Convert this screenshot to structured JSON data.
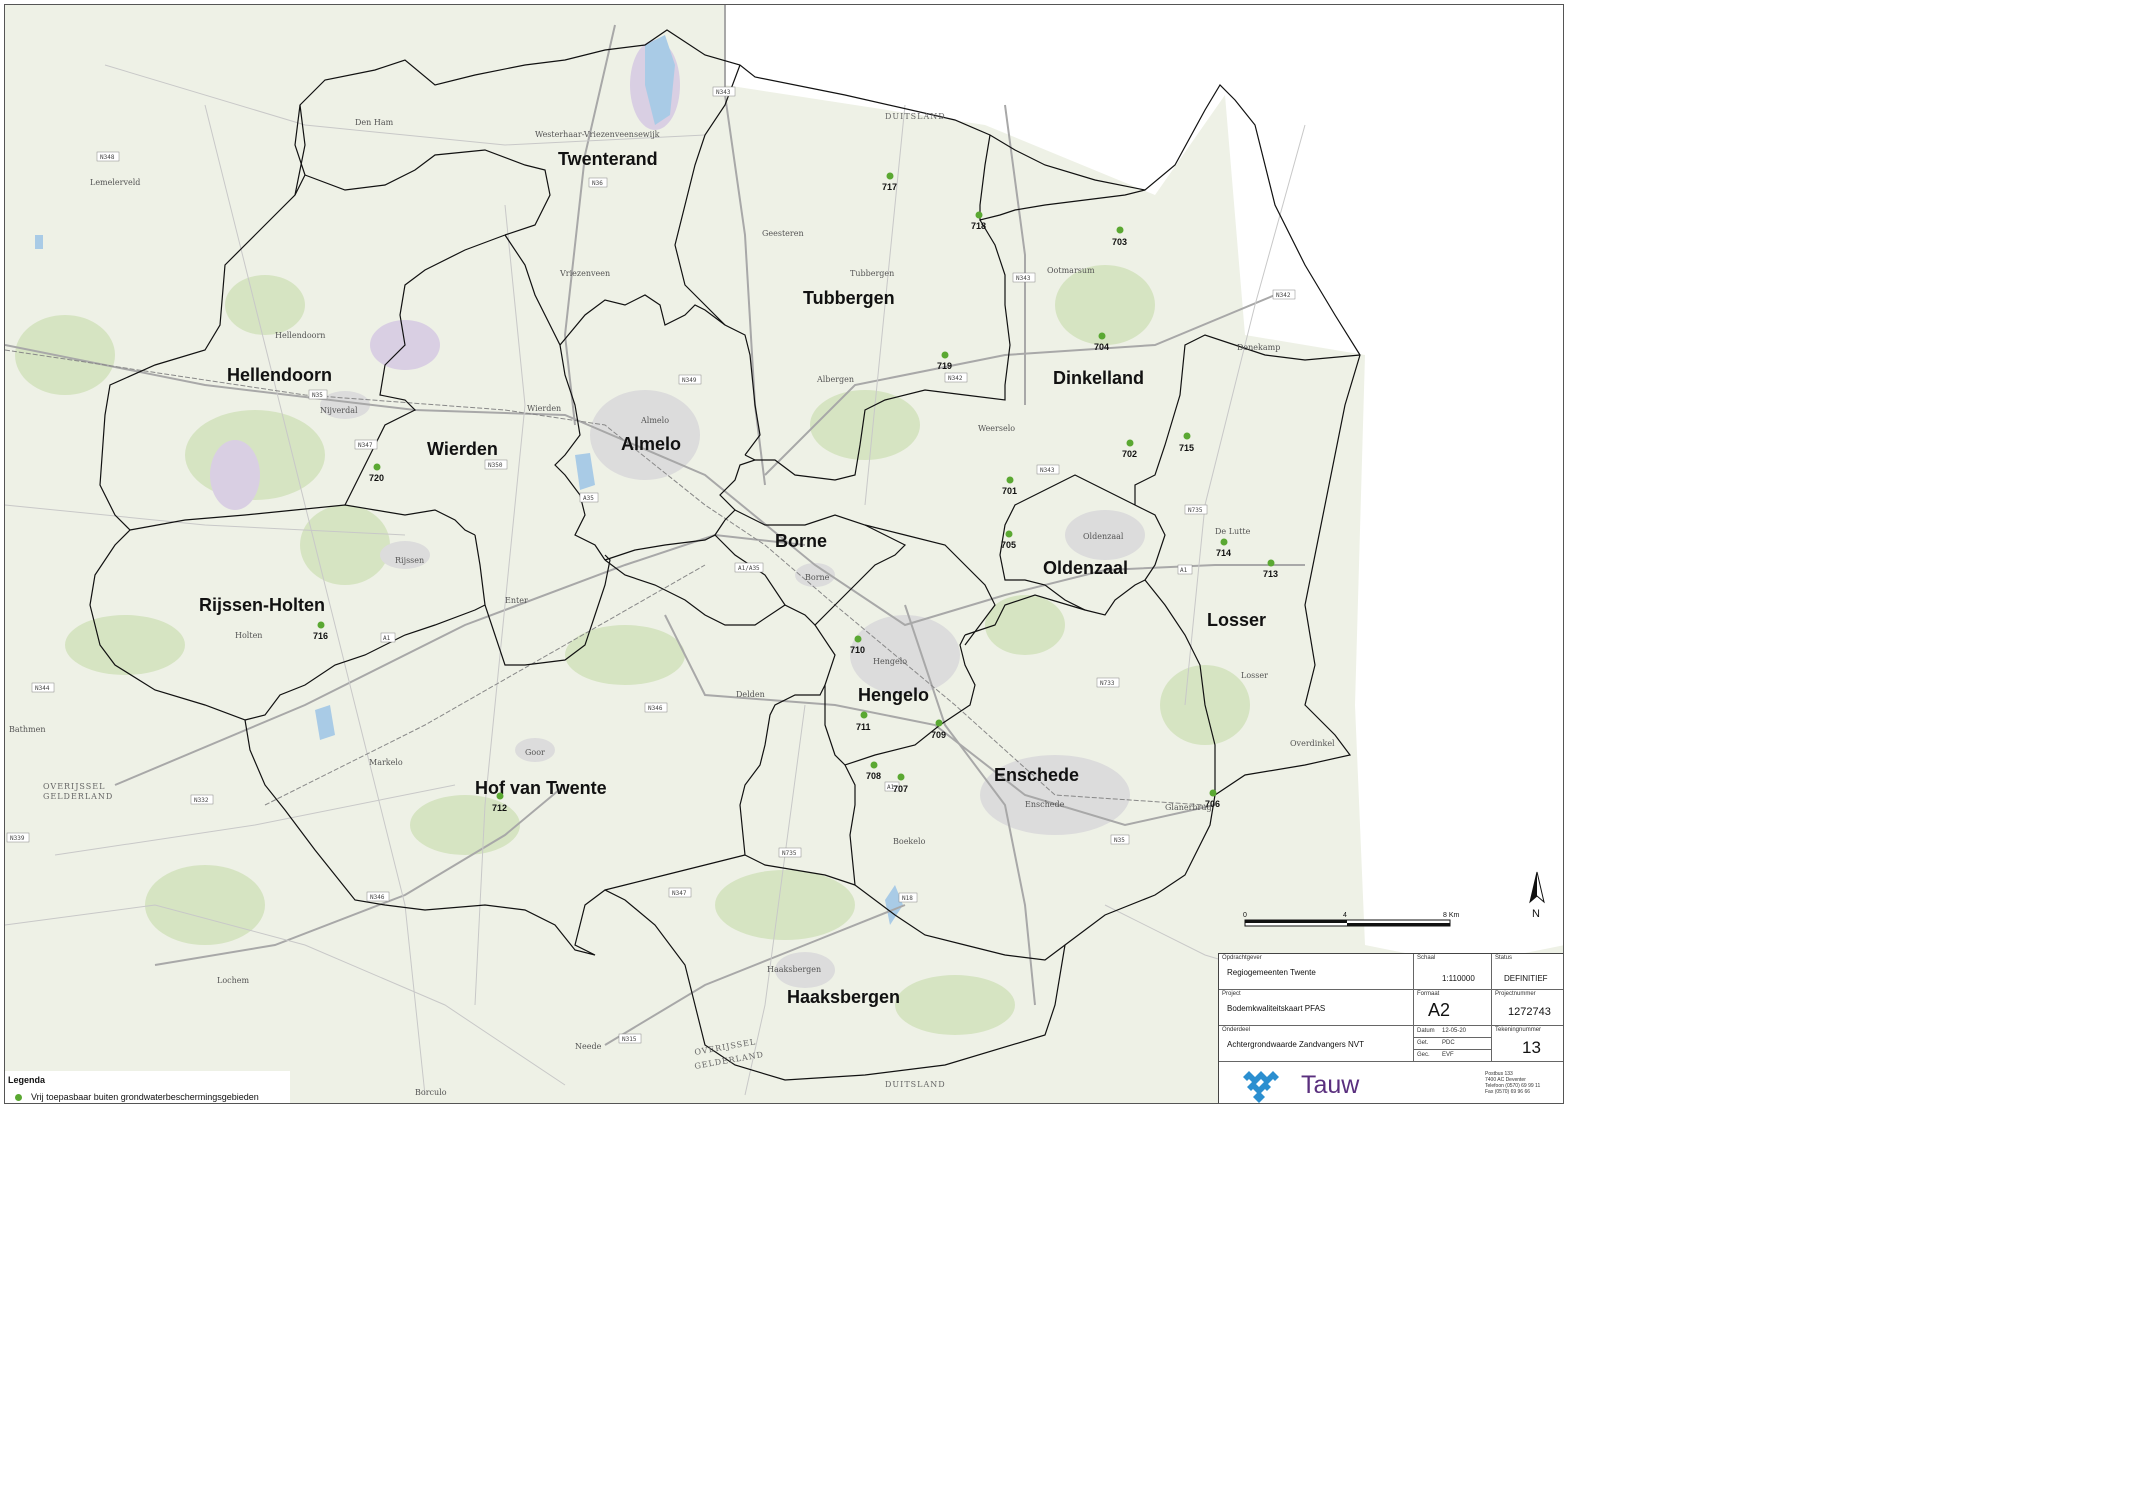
{
  "map": {
    "municipalities": [
      {
        "name": "Twenterand"
      },
      {
        "name": "Tubbergen"
      },
      {
        "name": "Hellendoorn"
      },
      {
        "name": "Dinkelland"
      },
      {
        "name": "Wierden"
      },
      {
        "name": "Almelo"
      },
      {
        "name": "Borne"
      },
      {
        "name": "Oldenzaal"
      },
      {
        "name": "Losser"
      },
      {
        "name": "Rijssen-Holten"
      },
      {
        "name": "Hengelo"
      },
      {
        "name": "Enschede"
      },
      {
        "name": "Hof van Twente"
      },
      {
        "name": "Haaksbergen"
      }
    ],
    "sample_points": [
      {
        "id": "717"
      },
      {
        "id": "718"
      },
      {
        "id": "703"
      },
      {
        "id": "704"
      },
      {
        "id": "719"
      },
      {
        "id": "715"
      },
      {
        "id": "702"
      },
      {
        "id": "701"
      },
      {
        "id": "705"
      },
      {
        "id": "714"
      },
      {
        "id": "713"
      },
      {
        "id": "720"
      },
      {
        "id": "716"
      },
      {
        "id": "710"
      },
      {
        "id": "711"
      },
      {
        "id": "709"
      },
      {
        "id": "708"
      },
      {
        "id": "707"
      },
      {
        "id": "706"
      },
      {
        "id": "712"
      }
    ],
    "places": [
      {
        "name": "Den Ham"
      },
      {
        "name": "Westerhaar-Vriezenveensewijk"
      },
      {
        "name": "Lemelerveld"
      },
      {
        "name": "Geesteren"
      },
      {
        "name": "Tubbergen"
      },
      {
        "name": "Vriezenveen"
      },
      {
        "name": "Hellendoorn"
      },
      {
        "name": "Nijverdal"
      },
      {
        "name": "Wierden"
      },
      {
        "name": "Almelo"
      },
      {
        "name": "Albergen"
      },
      {
        "name": "Weerselo"
      },
      {
        "name": "Denekamp"
      },
      {
        "name": "Oldenzaal"
      },
      {
        "name": "De Lutte"
      },
      {
        "name": "Rijssen"
      },
      {
        "name": "Enter"
      },
      {
        "name": "Borne"
      },
      {
        "name": "Holten"
      },
      {
        "name": "Hengelo"
      },
      {
        "name": "Losser"
      },
      {
        "name": "Delden"
      },
      {
        "name": "Bathmen"
      },
      {
        "name": "Goor"
      },
      {
        "name": "Markelo"
      },
      {
        "name": "Overdinkel"
      },
      {
        "name": "Enschede"
      },
      {
        "name": "Glanerbrug"
      },
      {
        "name": "Boekelo"
      },
      {
        "name": "Haaksbergen"
      },
      {
        "name": "Lochem"
      },
      {
        "name": "Neede"
      },
      {
        "name": "Borculo"
      },
      {
        "name": "Ootmarsum"
      }
    ],
    "roads": [
      {
        "label": "N343"
      },
      {
        "label": "N348"
      },
      {
        "label": "N36"
      },
      {
        "label": "N349"
      },
      {
        "label": "N342"
      },
      {
        "label": "N35"
      },
      {
        "label": "N347"
      },
      {
        "label": "N350"
      },
      {
        "label": "A35"
      },
      {
        "label": "N343"
      },
      {
        "label": "N735"
      },
      {
        "label": "A1"
      },
      {
        "label": "A1/A35"
      },
      {
        "label": "N344"
      },
      {
        "label": "A1"
      },
      {
        "label": "N346"
      },
      {
        "label": "N733"
      },
      {
        "label": "N332"
      },
      {
        "label": "N339"
      },
      {
        "label": "N346"
      },
      {
        "label": "N35"
      },
      {
        "label": "N18"
      },
      {
        "label": "N347"
      },
      {
        "label": "N315"
      },
      {
        "label": "N735"
      },
      {
        "label": "A1"
      },
      {
        "label": "N343"
      },
      {
        "label": "N342"
      }
    ],
    "borders": {
      "duitsland_top": "DUITSLAND",
      "duitsland_bottom": "DUITSLAND",
      "province_west_1": "OVERIJSSEL",
      "province_west_2": "GELDERLAND",
      "province_south_1": "OVERIJSSEL",
      "province_south_2": "GELDERLAND"
    }
  },
  "legend": {
    "title": "Legenda",
    "item": "Vrij toepasbaar buiten grondwaterbeschermingsgebieden",
    "item_color": "#5aa832"
  },
  "scale": {
    "ticks": [
      "0",
      "4",
      "8 Km"
    ]
  },
  "north_arrow": {
    "label": "N"
  },
  "titleblock": {
    "opdrachtgever_label": "Opdrachtgever",
    "opdrachtgever": "Regiogemeenten Twente",
    "schaal_label": "Schaal",
    "schaal": "1:110000",
    "status_label": "Status",
    "status": "DEFINITIEF",
    "project_label": "Project",
    "project": "Bodemkwaliteitskaart PFAS",
    "formaat_label": "Formaat",
    "formaat": "A2",
    "projectnummer_label": "Projectnummer",
    "projectnummer": "1272743",
    "onderdeel_label": "Onderdeel",
    "onderdeel": "Achtergrondwaarde Zandvangers NVT",
    "datum_label": "Datum",
    "datum": "12-05-20",
    "get_label": "Get.",
    "get": "PDC",
    "gec_label": "Gec.",
    "gec": "EVF",
    "tekeningnummer_label": "Tekeningnummer",
    "tekeningnummer": "13",
    "company": "Tauw",
    "address1": "Postbus 133",
    "address2": "7400 AC Deventer",
    "address3": "Telefoon (0570) 69 99 11",
    "address4": "Fax (0570) 69 96 66"
  },
  "colors": {
    "point": "#5aa832",
    "land": "#eef1e6",
    "green": "#cfdfba",
    "water": "#a9cbe6",
    "road": "#a8a8a8",
    "boundary": "#111111"
  }
}
